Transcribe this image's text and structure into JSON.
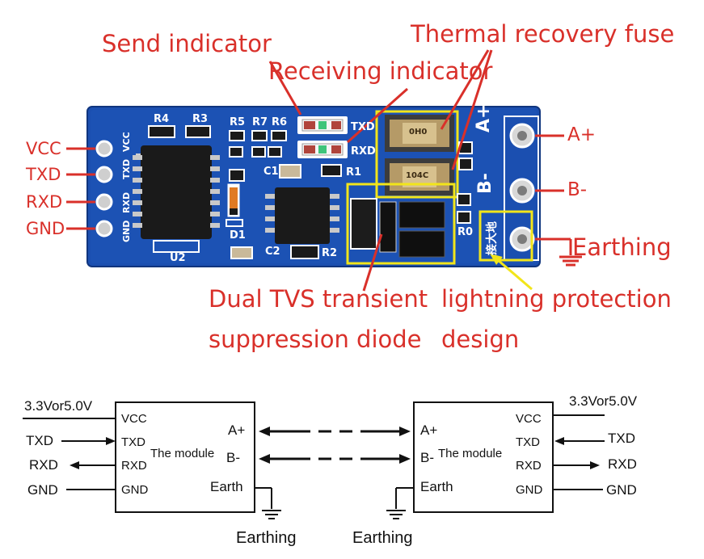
{
  "colors": {
    "callout_text": "#d9302a",
    "pcb_blue": "#1b4fb0",
    "silk_white": "#ffffff",
    "highlight_yellow": "#f2e51a",
    "schematic_line": "#111111"
  },
  "board": {
    "silk": {
      "r4": "R4",
      "r3": "R3",
      "r5": "R5",
      "r7": "R7",
      "r6": "R6",
      "r1": "R1",
      "c1": "C1",
      "c2": "C2",
      "r2": "R2",
      "d1": "D1",
      "u2": "U2",
      "txd": "TXD",
      "rxd": "RXD",
      "a_plus": "A+",
      "b_minus": "B-",
      "r0": "R0",
      "vcc_v": "VCC",
      "txd_v": "TXD",
      "rxd_v": "RXD",
      "gnd_v": "GND",
      "fuse1": "0H0",
      "fuse2": "104C",
      "earth_cn": "接大地"
    },
    "pin_labels_left": [
      "VCC",
      "TXD",
      "RXD",
      "GND"
    ],
    "pin_labels_right": [
      "A+",
      "B-",
      "Earthing"
    ]
  },
  "callouts": {
    "send_indicator": "Send indicator",
    "receiving_indicator": "Receiving indicator",
    "thermal_fuse": "Thermal recovery fuse",
    "tvs_line1": "Dual TVS transient",
    "tvs_line2": "suppression diode",
    "lightning_line1": "lightning protection",
    "lightning_line2": "design"
  },
  "schematic": {
    "left": {
      "supply": "3.3Vor5.0V",
      "inputs": [
        "TXD",
        "RXD",
        "GND"
      ],
      "pins": [
        "VCC",
        "TXD",
        "RXD",
        "GND"
      ],
      "module": "The module",
      "a": "A+",
      "b": "B-",
      "earth": "Earth",
      "earthing": "Earthing"
    },
    "right": {
      "supply": "3.3Vor5.0V",
      "outputs": [
        "TXD",
        "RXD",
        "GND"
      ],
      "pins": [
        "VCC",
        "TXD",
        "RXD",
        "GND"
      ],
      "module": "The module",
      "a": "A+",
      "b": "B-",
      "earth": "Earth",
      "earthing": "Earthing"
    }
  }
}
